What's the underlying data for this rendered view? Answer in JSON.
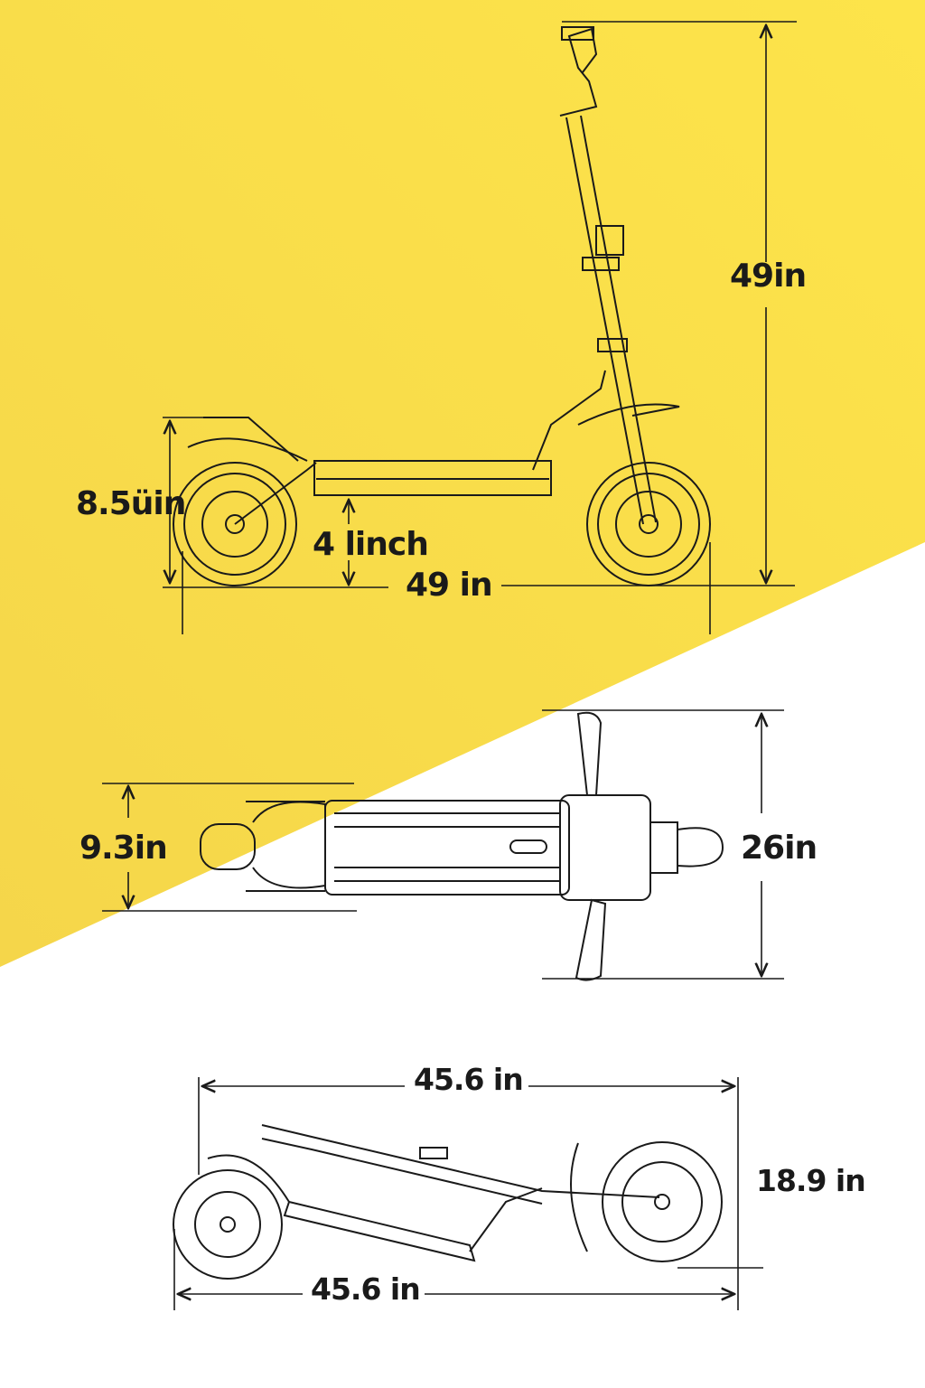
{
  "colors": {
    "background_yellow": "#f8d94a",
    "line": "#1a1a1a",
    "white": "#ffffff"
  },
  "side_view": {
    "height_label": "49in",
    "rear_height_label": "8.5üin",
    "ground_clearance_label": "4 linch",
    "length_label": "49 in"
  },
  "top_view": {
    "deck_width_label": "9.3in",
    "handlebar_width_label": "26in"
  },
  "folded_view": {
    "top_length_label": "45.6 in",
    "height_label": "18.9 in",
    "bottom_length_label": "45.6 in"
  }
}
